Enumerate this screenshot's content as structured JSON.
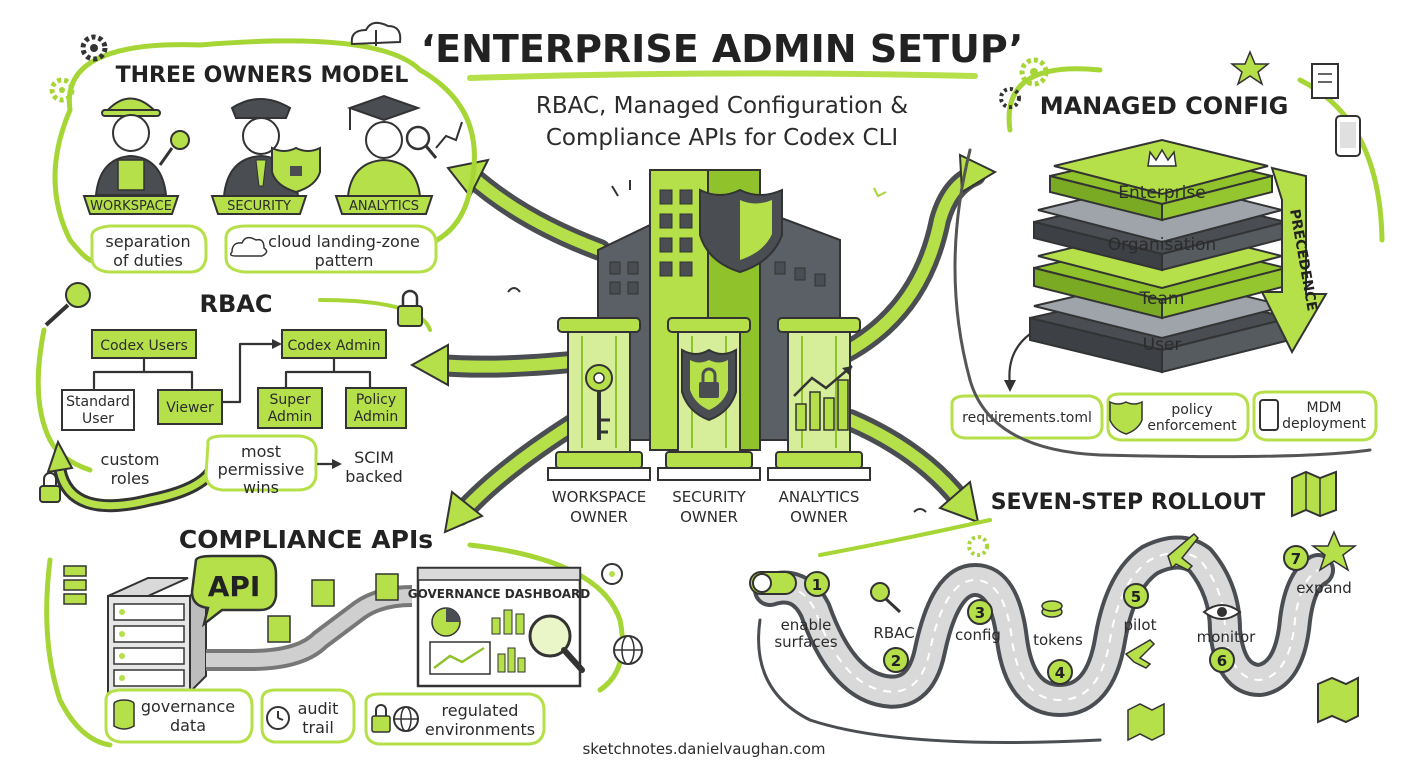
{
  "title": "‘ENTERPRISE ADMIN SETUP’",
  "subtitle_line1": "RBAC, Managed Configuration &",
  "subtitle_line2": "Compliance APIs for Codex CLI",
  "footer": "sketchnotes.danielvaughan.com",
  "owners": {
    "heading": "THREE OWNERS MODEL",
    "badges": [
      "WORKSPACE",
      "SECURITY",
      "ANALYTICS"
    ],
    "note1_line1": "separation",
    "note1_line2": "of duties",
    "note2_line1": "cloud landing-zone",
    "note2_line2": "pattern"
  },
  "rbac": {
    "heading": "RBAC",
    "codex_users": "Codex Users",
    "codex_admin": "Codex Admin",
    "standard_user_line1": "Standard",
    "standard_user_line2": "User",
    "viewer": "Viewer",
    "super_admin_line1": "Super",
    "super_admin_line2": "Admin",
    "policy_admin_line1": "Policy",
    "policy_admin_line2": "Admin",
    "custom_roles_line1": "custom",
    "custom_roles_line2": "roles",
    "permissive_line1": "most",
    "permissive_line2": "permissive",
    "permissive_line3": "wins",
    "scim_line1": "SCIM",
    "scim_line2": "backed"
  },
  "pillars": [
    {
      "line1": "WORKSPACE",
      "line2": "OWNER"
    },
    {
      "line1": "SECURITY",
      "line2": "OWNER"
    },
    {
      "line1": "ANALYTICS",
      "line2": "OWNER"
    }
  ],
  "managed_config": {
    "heading": "MANAGED CONFIG",
    "layers": [
      "Enterprise",
      "Organisation",
      "Team",
      "User"
    ],
    "precedence": "PRECEDENCE",
    "tags": {
      "requirements": "requirements.toml",
      "policy_line1": "policy",
      "policy_line2": "enforcement",
      "mdm_line1": "MDM",
      "mdm_line2": "deployment"
    }
  },
  "compliance": {
    "heading": "COMPLIANCE APIs",
    "api_label": "API",
    "dashboard_title": "GOVERNANCE DASHBOARD",
    "tags": {
      "gov_line1": "governance",
      "gov_line2": "data",
      "audit_line1": "audit",
      "audit_line2": "trail",
      "regulated_line1": "regulated",
      "regulated_line2": "environments"
    }
  },
  "rollout": {
    "heading": "SEVEN-STEP ROLLOUT",
    "steps": [
      {
        "num": "1",
        "line1": "enable",
        "line2": "surfaces"
      },
      {
        "num": "2",
        "line1": "RBAC",
        "line2": ""
      },
      {
        "num": "3",
        "line1": "config",
        "line2": ""
      },
      {
        "num": "4",
        "line1": "tokens",
        "line2": ""
      },
      {
        "num": "5",
        "line1": "pilot",
        "line2": ""
      },
      {
        "num": "6",
        "line1": "monitor",
        "line2": ""
      },
      {
        "num": "7",
        "line1": "expand",
        "line2": ""
      }
    ]
  },
  "colors": {
    "accent": "#b5e04a",
    "accent_dark": "#8fc22b",
    "ink": "#2b2b2b",
    "slate": "#5b6066"
  }
}
